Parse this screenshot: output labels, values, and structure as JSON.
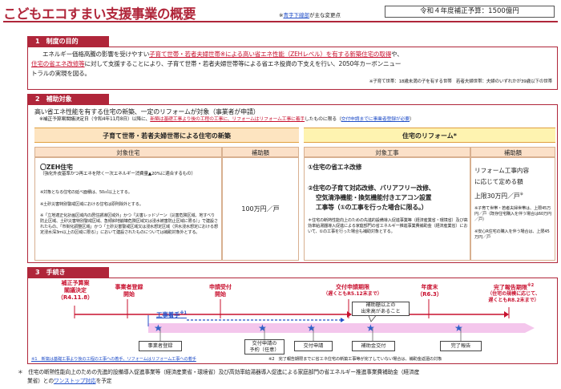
{
  "header": {
    "title": "こどもエコすまい支援事業の概要",
    "note_prefix": "※",
    "note_blue": "青字下線部",
    "note_suffix": "が主な変更点",
    "budget": "令和４年度補正予算：1500億円"
  },
  "section1": {
    "number": "1",
    "title": "制度の目的",
    "p1_a": "エネルギー価格高騰の影響を受けやすい",
    "p1_b": "子育て世帯・若者夫婦世帯※による高い省エネ性能（ZEHレベル）を有する新築住宅の取得",
    "p1_c": "や、",
    "p2_a": "住宅の省エネ改修等",
    "p2_b": "に対して支援することにより、子育て世帯・若者夫婦世帯等による省エネ投資の下支えを行い、2050年カーボンニュー",
    "p3": "トラルの実現を図る。",
    "footnote": "※子育て世帯：18歳未満の子を有する世帯　若者夫婦世帯：夫婦のいずれかが39歳以下の世帯"
  },
  "section2": {
    "number": "2",
    "title": "補助対象",
    "intro": "高い省エネ性能を有する住宅の新築、一定のリフォームが対象（事業者が申請）",
    "note_a": "※補正予算案閣議決定日（令和4年11月8日）以降に、",
    "note_b": "新築は基礎工事より後の工程の工事に、リフォームはリフォーム工事に着手",
    "note_c": "したものに限る（",
    "note_d": "交付申請までに事業者登録が必要",
    "note_e": "）",
    "new": {
      "header": "子育て世帯・若者夫婦世帯による住宅の新築",
      "col_target": "対象住宅",
      "col_amount": "補助額",
      "item": "〇ZEH住宅",
      "item_sub": "（強化外皮基準かつ再エネを除く一次エネルギー消費量▲20%に適合するもの）",
      "n1": "※対象となる住宅の延べ面積は、50㎡以上とする。",
      "n2": "※土砂災害特別警戒区域における住宅は原則除外とする。",
      "n3": "※「立地適正化計画区域内の居住誘導区域外」かつ「災害レッドゾーン（災害危険区域、地すべり防止区域、土砂災害特別警戒区域、急傾斜地崩壊危険区域又は浸水被害防止区域に限る）」で建設されたもの、「市街化調整区域」かつ「土砂災害警戒区域又は浸水想定区域（洪水浸水想定における想定浸水深3m以上の区域に限る）」において建設されたものについては補助対象外とする。",
      "amount": "100万円／戸"
    },
    "reform": {
      "header": "住宅のリフォーム*",
      "col_target": "対象工事",
      "col_amount": "補助額",
      "w1": "①住宅の省エネ改修",
      "w2_1": "②住宅の子育て対応改修、バリアフリー改修、",
      "w2_2": "空気清浄機能・換気機能付きエアコン設置",
      "w2_3": "工事等（①の工事を行った場合に限る。）",
      "note": "＊住宅の断熱性能向上のための先進的設備導入促進事業等（経済産業省・環境省）及び高効率給湯器導入促進による家庭部門の省エネルギー推進事業費補助金（経済産業省）において、①の工事を行った場合も補助対象とする。",
      "amt1": "リフォーム工事内容",
      "amt2": "に応じて定める額",
      "amt3": "上限30万円／戸",
      "amt3_mark": "※",
      "amt_n1": "※子育て世帯・若者夫婦世帯は、上限45万円／戸（既存住宅購入を伴う場合は60万円／戸）",
      "amt_n2": "※安心R住宅の購入を伴う場合は、上限45万円／戸"
    }
  },
  "section3": {
    "number": "3",
    "title": "手続き",
    "m_decision_1": "補正予算案",
    "m_decision_2": "閣議決定",
    "m_decision_3": "（R4.11.8）",
    "m_reg_1": "事業者登録",
    "m_reg_2": "開始",
    "m_apply_1": "申請受付",
    "m_apply_2": "開始",
    "m_deadline_1": "交付申請期限",
    "m_deadline_2": "（遅くともR5.12末まで）",
    "m_fy_1": "年度末",
    "m_fy_2": "（R6.3）",
    "m_report_1": "完了報告期限",
    "m_report_mark": "※2",
    "m_report_2": "（住宅の規模に応じて、",
    "m_report_3": "遅くともR8.2末まで）",
    "start_label": "工事着手",
    "start_mark": "※1",
    "callout_1": "補助額以上の",
    "callout_2": "出来高があること",
    "b1": "事業者登録",
    "b2_1": "交付申請の",
    "b2_2": "予約（任意）",
    "b3": "交付申請",
    "b4": "補助金交付",
    "b5": "完了報告",
    "fn1": "※1　新築は基礎工事より後の工程の工事への着手、リフォームはリフォーム工事への着手",
    "fn2": "※2　完了報告期限までに省エネ住宅の新築工事等が完了していない場合は、補助金返還の対象"
  },
  "footer": {
    "line1": "住宅の断熱性能向上のための先進的設備導入促進事業等（経済産業省・環境省）及び高効率給湯器導入促進による家庭部門の省エネルギー推進事業費補助金（経済産",
    "line2_a": "業省）との",
    "line2_b": "ワンストップ対応",
    "line2_c": "を予定"
  },
  "colors": {
    "accent": "#b0263a",
    "highlight_red": "#c8102e",
    "link_blue": "#2350c8",
    "new_header_bg": "#fde4c0",
    "reform_header_bg": "#fef3b0",
    "timeline_band": "#f4c6ec",
    "star_blue": "#3060c8"
  }
}
